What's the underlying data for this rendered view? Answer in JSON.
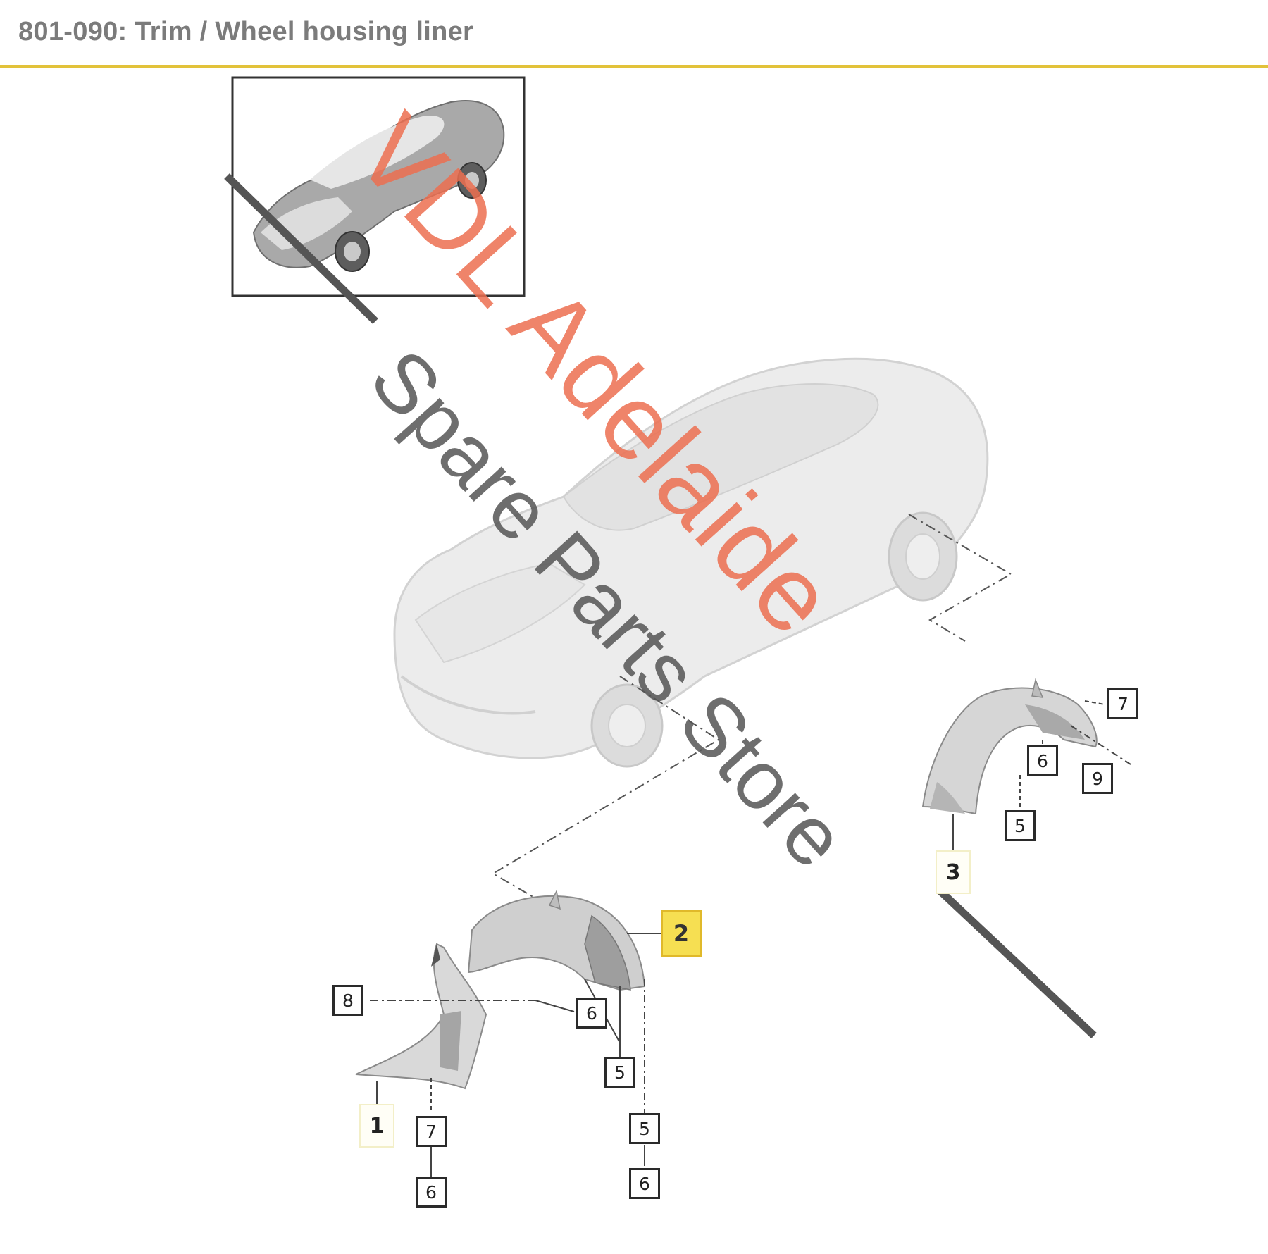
{
  "header": {
    "title": "801-090: Trim / Wheel housing liner"
  },
  "callouts": {
    "c1": "1",
    "c2": "2",
    "c3": "3",
    "c5a": "5",
    "c5b": "5",
    "c5c": "5",
    "c6a": "6",
    "c6b": "6",
    "c6c": "6",
    "c6d": "6",
    "c7a": "7",
    "c7b": "7",
    "c8": "8",
    "c9": "9"
  },
  "watermark": {
    "line1": "VDL Adelaide",
    "line2": "Spare Parts Store"
  },
  "colors": {
    "accent": "#e2c23a",
    "highlight": "#f6df52",
    "watermark_red": "#ec6e50",
    "watermark_gray": "#555555"
  }
}
